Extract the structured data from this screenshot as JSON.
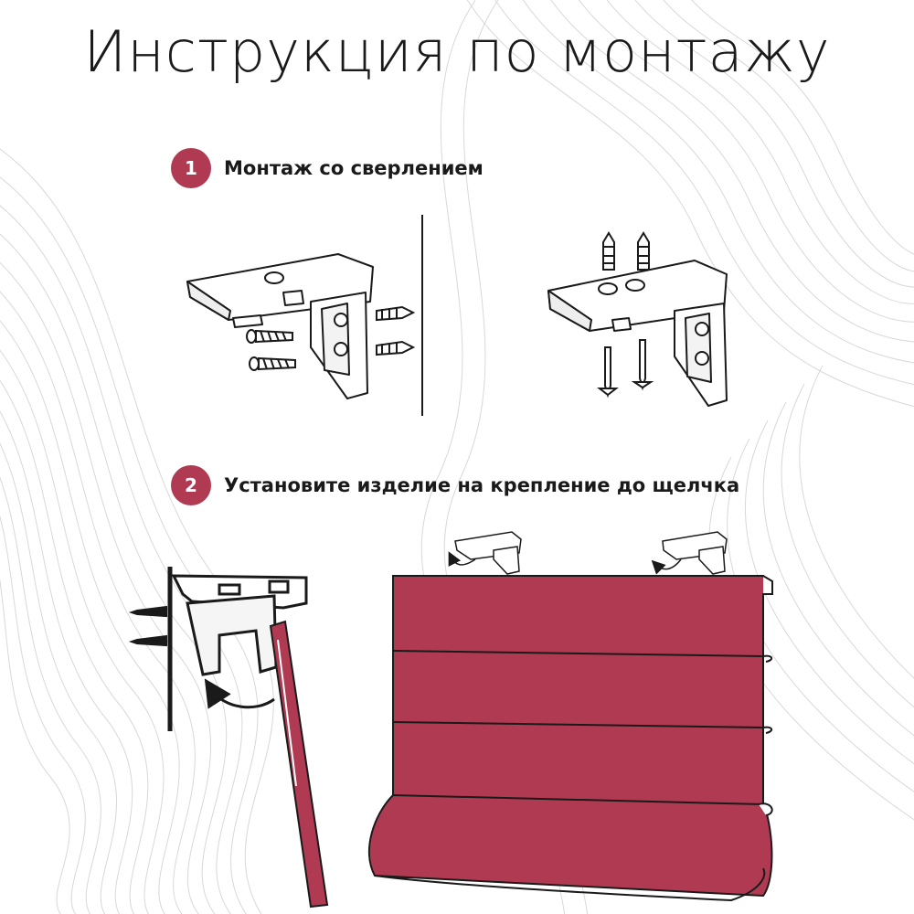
{
  "title": "Инструкция по монтажу",
  "steps": [
    {
      "number": "1",
      "text": "Монтаж со сверлением"
    },
    {
      "number": "2",
      "text": "Установите изделие на крепление до щелчка"
    }
  ],
  "colors": {
    "accent": "#b03a52",
    "curtain": "#b03a52",
    "line": "#1a1a1a"
  },
  "icons": [
    "bracket-icon",
    "dowel-icon",
    "screw-icon",
    "curved-arrow-icon",
    "roman-blind-icon"
  ]
}
